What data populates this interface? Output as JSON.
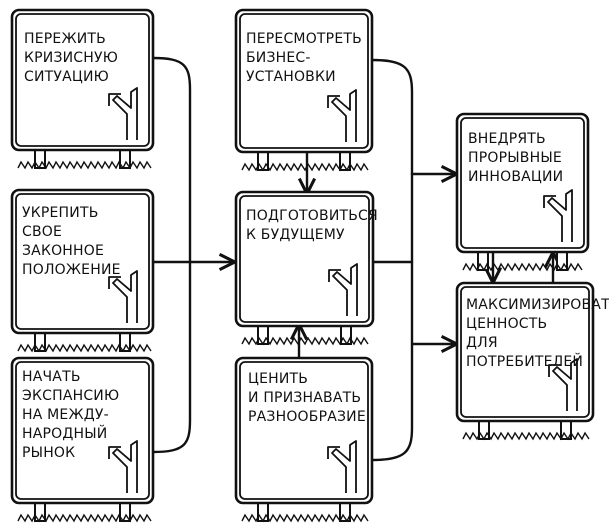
{
  "diagram": {
    "signs": [
      {
        "id": "survive",
        "label": "ПЕРЕЖИТЬ\nКРИЗИСНУЮ\nСИТУАЦИЮ"
      },
      {
        "id": "strengthen",
        "label": "УКРЕПИТЬ\nСВОЕ ЗАКОННОЕ\nПОЛОЖЕНИЕ"
      },
      {
        "id": "expand",
        "label": "НАЧАТЬ\nЭКСПАНСИЮ\nНА МЕЖДУ-\nНАРОДНЫЙ\nРЫНОК"
      },
      {
        "id": "revise",
        "label": "ПЕРЕСМОТРЕТЬ\nБИЗНЕС-\nУСТАНОВКИ"
      },
      {
        "id": "prepare",
        "label": "ПОДГОТОВИТЬСЯ\nК БУДУЩЕМУ"
      },
      {
        "id": "diversity",
        "label": "ЦЕНИТЬ\nИ ПРИЗНАВАТЬ\nРАЗНООБРАЗИЕ"
      },
      {
        "id": "innovate",
        "label": "ВНЕДРЯТЬ\nПРОРЫВНЫЕ\nИННОВАЦИИ"
      },
      {
        "id": "maximize",
        "label": "МАКСИМИЗИРОВАТЬ\nЦЕННОСТЬ\nДЛЯ ПОТРЕБИТЕЛЕЙ"
      }
    ],
    "edges": [
      {
        "from": "survive",
        "to": "prepare"
      },
      {
        "from": "strengthen",
        "to": "prepare"
      },
      {
        "from": "expand",
        "to": "prepare"
      },
      {
        "from": "revise",
        "to": "prepare"
      },
      {
        "from": "diversity",
        "to": "prepare"
      },
      {
        "from": "revise",
        "to": "innovate"
      },
      {
        "from": "prepare",
        "to": "maximize"
      },
      {
        "from": "diversity",
        "to": "maximize"
      },
      {
        "from": "innovate",
        "to": "maximize"
      },
      {
        "from": "maximize",
        "to": "innovate"
      }
    ]
  }
}
